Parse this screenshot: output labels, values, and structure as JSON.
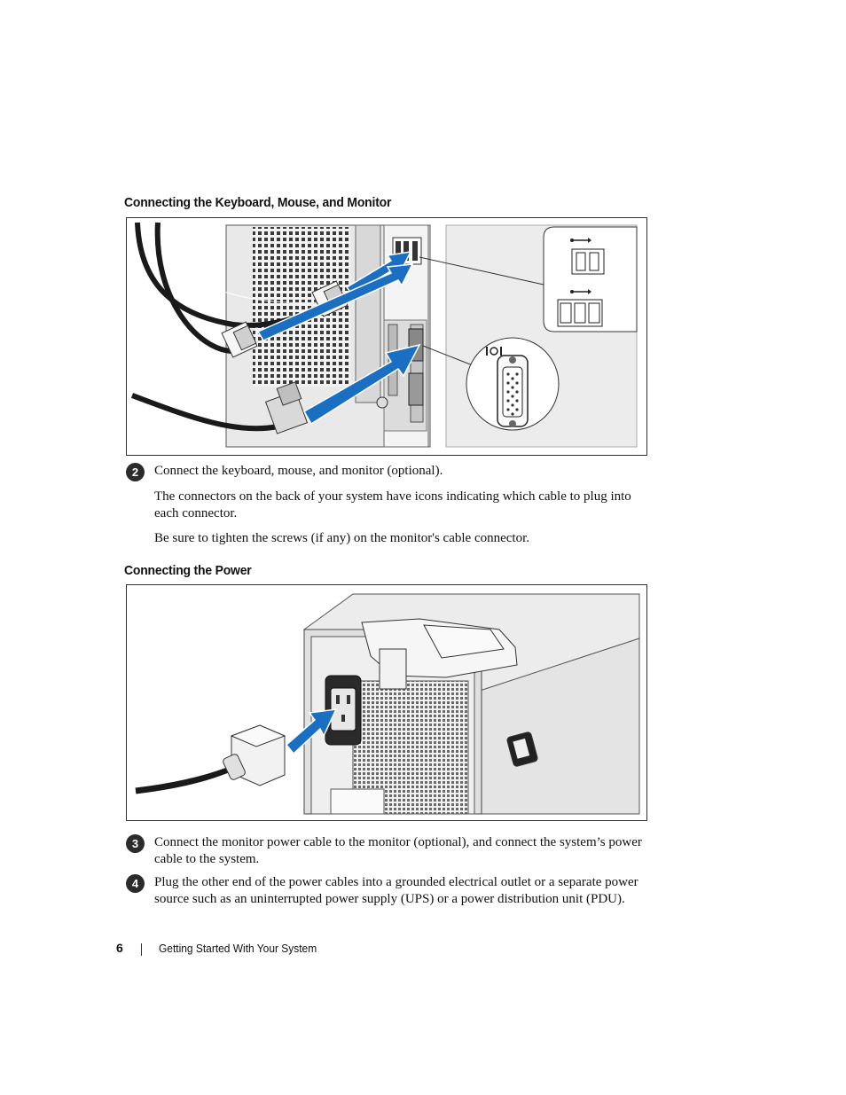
{
  "section1": {
    "heading": "Connecting the Keyboard, Mouse, and Monitor"
  },
  "step2": {
    "number": "2",
    "instruction": "Connect the keyboard, mouse, and monitor (optional).",
    "note1": "The connectors on the back of your system have icons indicating which cable to plug into each connector.",
    "note2": "Be sure to tighten the screws (if any) on the monitor's cable connector."
  },
  "section2": {
    "heading": "Connecting the Power"
  },
  "step3": {
    "number": "3",
    "instruction": "Connect the monitor power cable to the monitor (optional), and connect the system’s power cable to the system."
  },
  "step4": {
    "number": "4",
    "instruction": "Plug the other end of the power cables into a grounded electrical outlet or a separate power source such as an uninterrupted power supply (UPS) or a power distribution unit (PDU)."
  },
  "footer": {
    "page_number": "6",
    "title": "Getting Started With Your System"
  },
  "icons": {
    "usb": "usb-icon",
    "video": "video-icon",
    "arrow_color": "#1b6fc2"
  }
}
